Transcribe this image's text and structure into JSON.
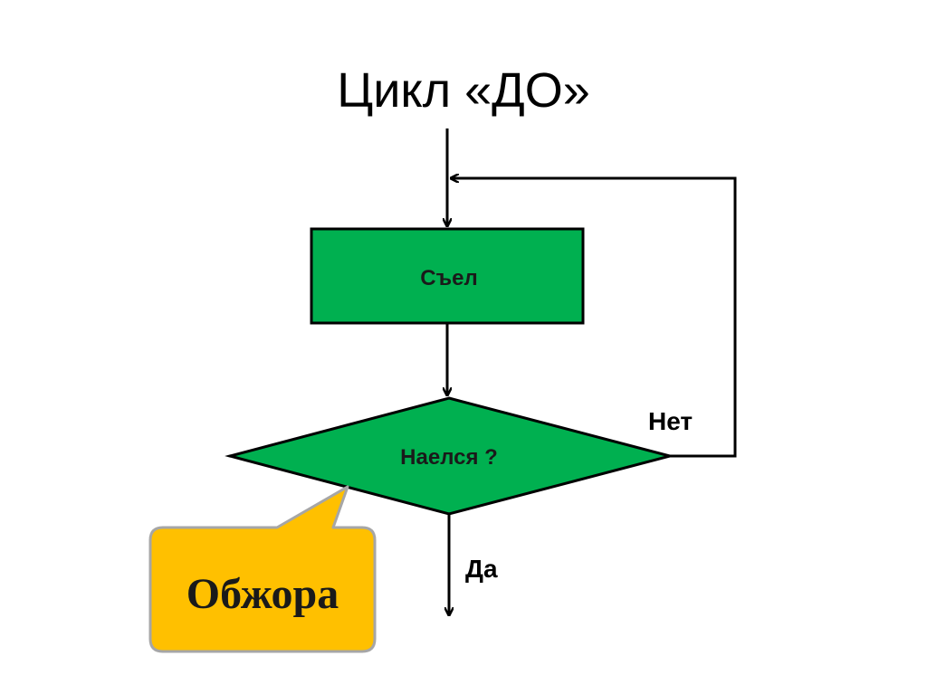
{
  "title": "Цикл «ДО»",
  "nodes": {
    "process": {
      "label": "Съел"
    },
    "decision": {
      "label": "Наелся ?"
    }
  },
  "edges": {
    "no_label": "Нет",
    "yes_label": "Да"
  },
  "callout": {
    "label": "Обжора"
  },
  "colors": {
    "node_fill": "#00B050",
    "callout_fill": "#FFC000",
    "callout_border": "#A6A6A6",
    "line": "#000000"
  }
}
